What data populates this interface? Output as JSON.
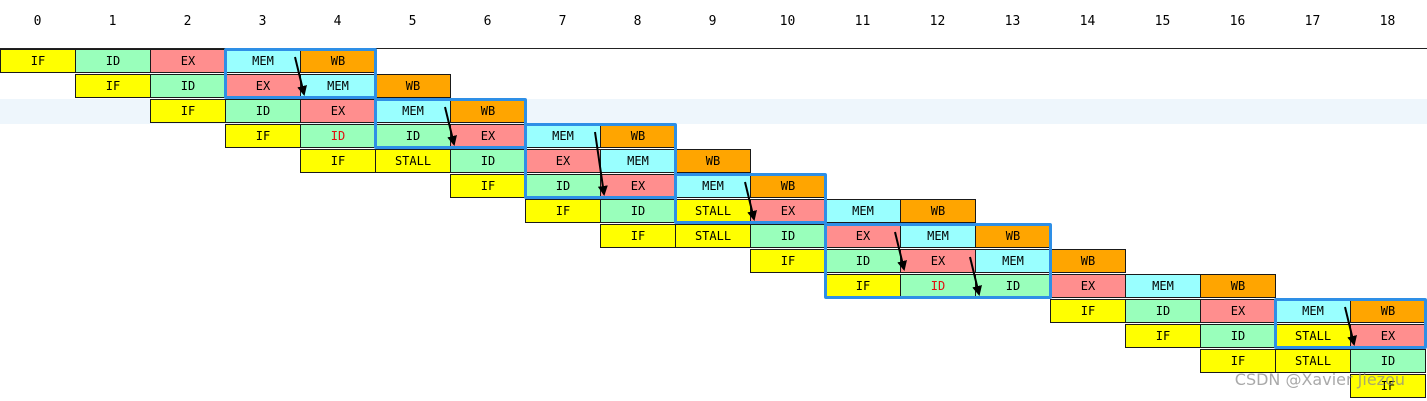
{
  "columns": [
    "0",
    "1",
    "2",
    "3",
    "4",
    "5",
    "6",
    "7",
    "8",
    "9",
    "10",
    "11",
    "12",
    "13",
    "14",
    "15",
    "16",
    "17",
    "18"
  ],
  "stage_colors": {
    "IF": "#ffff00",
    "ID": "#99ffbb",
    "EX": "#ff8e8e",
    "MEM": "#99ffff",
    "WB": "#ffa500",
    "STALL": "#ffff00",
    "hazard_text": "#e01010",
    "highlight_box": "#2e8fe6"
  },
  "rows": [
    {
      "cells": [
        [
          "IF",
          0
        ],
        [
          "ID",
          1
        ],
        [
          "EX",
          2
        ],
        [
          "MEM",
          3
        ],
        [
          "WB",
          4
        ]
      ]
    },
    {
      "cells": [
        [
          "IF",
          1
        ],
        [
          "ID",
          2
        ],
        [
          "EX",
          3
        ],
        [
          "MEM",
          4
        ],
        [
          "WB",
          5
        ]
      ]
    },
    {
      "cells": [
        [
          "IF",
          2
        ],
        [
          "ID",
          3
        ],
        [
          "EX",
          4
        ],
        [
          "MEM",
          5
        ],
        [
          "WB",
          6
        ]
      ],
      "highlighted": true
    },
    {
      "cells": [
        [
          "IF",
          3
        ],
        [
          "ID",
          4,
          "hazard"
        ],
        [
          "ID",
          5
        ],
        [
          "EX",
          6
        ],
        [
          "MEM",
          7
        ],
        [
          "WB",
          8
        ]
      ]
    },
    {
      "cells": [
        [
          "IF",
          4
        ],
        [
          "STALL",
          5
        ],
        [
          "ID",
          6
        ],
        [
          "EX",
          7
        ],
        [
          "MEM",
          8
        ],
        [
          "WB",
          9
        ]
      ]
    },
    {
      "cells": [
        [
          "IF",
          6
        ],
        [
          "ID",
          7
        ],
        [
          "EX",
          8
        ],
        [
          "MEM",
          9
        ],
        [
          "WB",
          10
        ]
      ]
    },
    {
      "cells": [
        [
          "IF",
          7
        ],
        [
          "ID",
          8
        ],
        [
          "STALL",
          9
        ],
        [
          "EX",
          10
        ],
        [
          "MEM",
          11
        ],
        [
          "WB",
          12
        ]
      ]
    },
    {
      "cells": [
        [
          "IF",
          8
        ],
        [
          "STALL",
          9
        ],
        [
          "ID",
          10
        ],
        [
          "EX",
          11
        ],
        [
          "MEM",
          12
        ],
        [
          "WB",
          13
        ]
      ]
    },
    {
      "cells": [
        [
          "IF",
          10
        ],
        [
          "ID",
          11
        ],
        [
          "EX",
          12
        ],
        [
          "MEM",
          13
        ],
        [
          "WB",
          14
        ]
      ]
    },
    {
      "cells": [
        [
          "IF",
          11
        ],
        [
          "ID",
          12,
          "hazard"
        ],
        [
          "ID",
          13
        ],
        [
          "EX",
          14
        ],
        [
          "MEM",
          15
        ],
        [
          "WB",
          16
        ]
      ]
    },
    {
      "cells": [
        [
          "IF",
          14
        ],
        [
          "ID",
          15
        ],
        [
          "EX",
          16
        ],
        [
          "MEM",
          17
        ],
        [
          "WB",
          18
        ]
      ]
    },
    {
      "cells": [
        [
          "IF",
          15
        ],
        [
          "ID",
          16
        ],
        [
          "STALL",
          17
        ],
        [
          "EX",
          18
        ]
      ]
    },
    {
      "cells": [
        [
          "IF",
          16
        ],
        [
          "STALL",
          17
        ],
        [
          "ID",
          18
        ]
      ]
    },
    {
      "cells": [
        [
          "IF",
          18
        ]
      ]
    }
  ],
  "forwarding_boxes": [
    {
      "row": 0,
      "col": 3,
      "row_span": 2,
      "col_span": 2
    },
    {
      "row": 2,
      "col": 5,
      "row_span": 2,
      "col_span": 2
    },
    {
      "row": 3,
      "col": 7,
      "row_span": 3,
      "col_span": 2
    },
    {
      "row": 5,
      "col": 9,
      "row_span": 2,
      "col_span": 2
    },
    {
      "row": 7,
      "col": 11,
      "row_span": 3,
      "col_span": 3
    },
    {
      "row": 10,
      "col": 17,
      "row_span": 2,
      "col_span": 2
    }
  ],
  "forwarding_arrows": [
    {
      "from": [
        0,
        3
      ],
      "to": [
        1,
        4
      ]
    },
    {
      "from": [
        2,
        5
      ],
      "to": [
        3,
        6
      ]
    },
    {
      "from": [
        3,
        7
      ],
      "to": [
        5,
        8
      ]
    },
    {
      "from": [
        5,
        9
      ],
      "to": [
        6,
        10
      ]
    },
    {
      "from": [
        7,
        11
      ],
      "to": [
        8,
        12
      ]
    },
    {
      "from": [
        8,
        12
      ],
      "to": [
        9,
        13
      ]
    },
    {
      "from": [
        10,
        17
      ],
      "to": [
        11,
        18
      ]
    }
  ],
  "watermark": "CSDN @Xavier Jiezou"
}
